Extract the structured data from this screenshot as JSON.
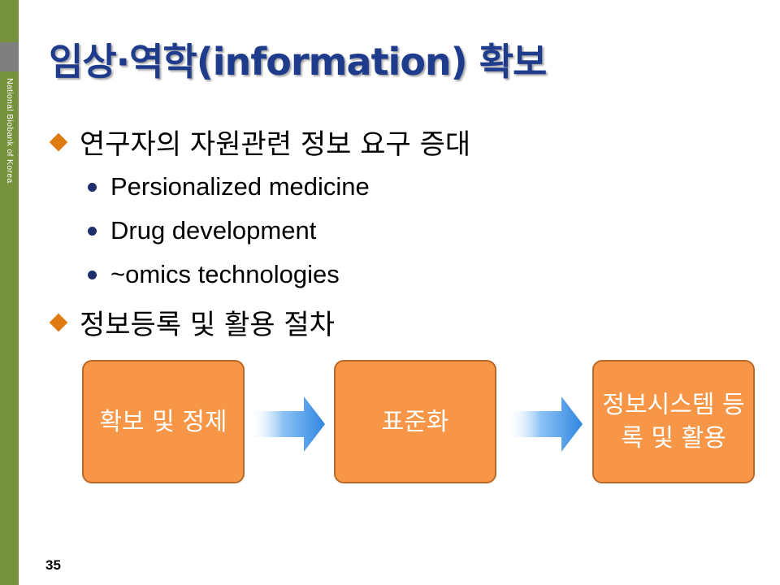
{
  "slide": {
    "title": "임상·역학(information) 확보",
    "side_label": "National Biobank of Korea",
    "page_number": "35"
  },
  "bullets": [
    {
      "text": "연구자의 자원관련 정보 요구 증대",
      "sub": [
        "Persionalized medicine",
        "Drug development",
        "~omics technologies"
      ]
    },
    {
      "text": "정보등록 및 활용 절차",
      "sub": []
    }
  ],
  "flow": {
    "steps": [
      "확보 및 정제",
      "표준화",
      "정보시스템 등록 및 활용"
    ]
  },
  "colors": {
    "side_bar": "#76923c",
    "title": "#1f3b8c",
    "diamond_bullet": "#e07b12",
    "box_fill": "#f79646",
    "arrow": "#3b8fe0"
  }
}
